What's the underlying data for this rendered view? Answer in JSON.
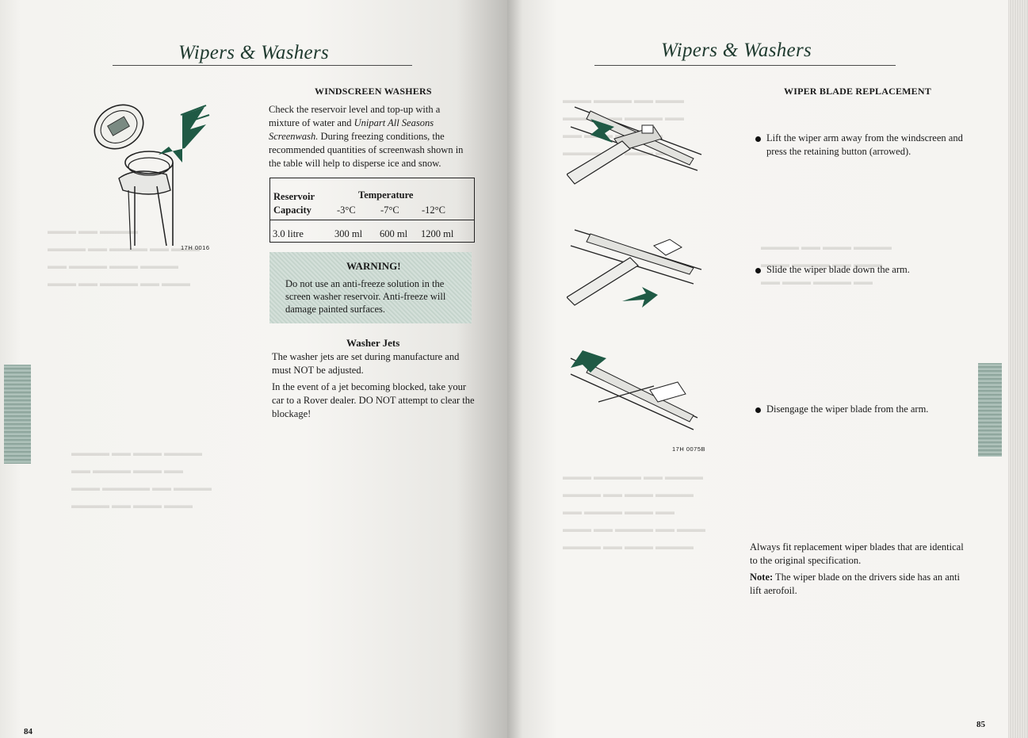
{
  "left_page": {
    "header": "Wipers & Washers",
    "section_heading": "WINDSCREEN WASHERS",
    "intro_pre": "Check the reservoir level and top-up with a mixture of water and ",
    "intro_product": "Unipart All Seasons Screenwash.",
    "intro_post": " During freezing conditions, the recommended quantities of screenwash shown in the table will help to disperse ice and snow.",
    "table": {
      "reservoir_header": "Reservoir",
      "capacity_header": "Capacity",
      "temperature_header": "Temperature",
      "temps": [
        "-3°C",
        "-7°C",
        "-12°C"
      ],
      "row_capacity": "3.0 litre",
      "row_values": [
        "300 ml",
        "600 ml",
        "1200 ml"
      ]
    },
    "warning_title": "WARNING!",
    "warning_text": "Do not use an anti-freeze solution in the screen washer reservoir. Anti-freeze will damage painted surfaces.",
    "jets_heading": "Washer Jets",
    "jets_text_1": "The washer jets are set during manufacture and must NOT be adjusted.",
    "jets_text_2": "In the event of a jet becoming blocked, take your car to a Rover dealer. DO NOT attempt to clear the blockage!",
    "figure_label": "17H 0016",
    "page_number": "84"
  },
  "right_page": {
    "header": "Wipers & Washers",
    "section_heading": "WIPER BLADE REPLACEMENT",
    "steps": [
      "Lift the wiper arm away from the windscreen and press the retaining button (arrowed).",
      "Slide the wiper blade down the arm.",
      "Disengage the wiper blade from the arm."
    ],
    "figure_label": "17H 0075B",
    "footer_text": "Always fit replacement wiper blades that are identical to the original specification.",
    "note_label": "Note:",
    "note_text": " The wiper blade on the drivers side has an anti lift aerofoil.",
    "page_number": "85"
  },
  "colors": {
    "paper": "#f4f3f0",
    "header_ink": "#1f3a2f",
    "arrow_green": "#1f5a45",
    "warning_tint": "#c6d5cd"
  }
}
